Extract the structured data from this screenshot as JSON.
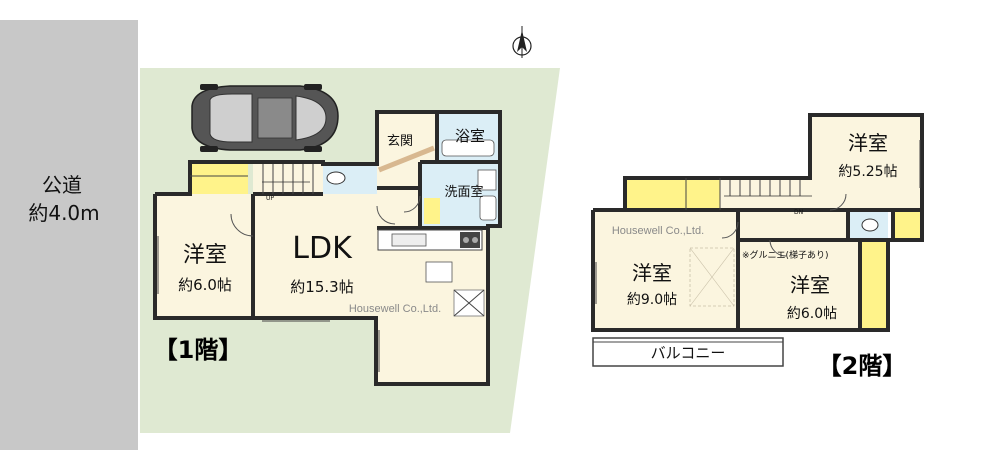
{
  "road": {
    "name": "公道",
    "width": "約4.0m"
  },
  "floor1": {
    "tag": "【1階】",
    "rooms": {
      "western": {
        "name": "洋室",
        "size": "約6.0帖"
      },
      "ldk": {
        "name": "LDK",
        "size": "約15.3帖"
      },
      "entrance": {
        "name": "玄関"
      },
      "bath": {
        "name": "浴室"
      },
      "washroom": {
        "name": "洗面室"
      }
    },
    "stair_mark": "UP",
    "watermark": "Housewell Co.,Ltd."
  },
  "floor2": {
    "tag": "【2階】",
    "rooms": {
      "western_a": {
        "name": "洋室",
        "size": "約5.25帖"
      },
      "western_b": {
        "name": "洋室",
        "size": "約9.0帖"
      },
      "western_c": {
        "name": "洋室",
        "size": "約6.0帖"
      },
      "balcony": {
        "name": "バルコニー"
      }
    },
    "loft_note": "※グルニエ(梯子あり)",
    "stair_mark": "DN",
    "watermark": "Housewell Co.,Ltd."
  },
  "colors": {
    "road": "#c8c8c8",
    "site": "#dfe9d2",
    "room": "#fbf5df",
    "storage": "#fff38a",
    "water": "#dbeef6"
  },
  "icons": [
    "north-arrow-icon",
    "car-icon"
  ]
}
